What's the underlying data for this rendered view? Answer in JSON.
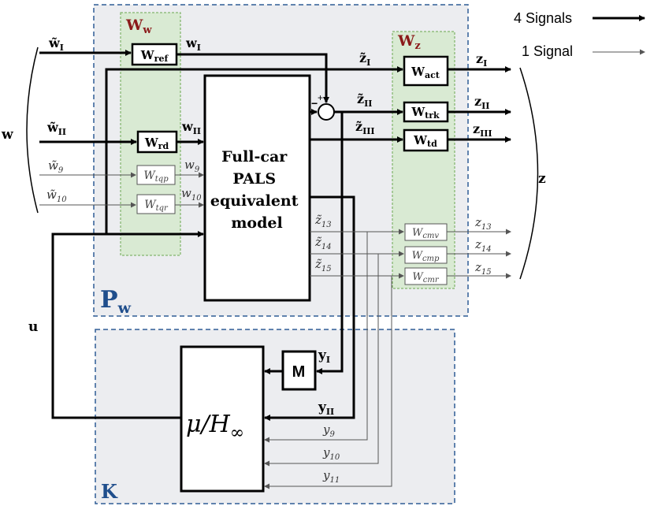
{
  "colors": {
    "panel_fill": "#ecedf0",
    "panel_border": "#2f5d95",
    "weight_fill": "#d9ead3",
    "weight_border": "#6aa84f",
    "weight_title": "#8b1a1a",
    "panel_title": "#1f4e8c"
  },
  "legend": {
    "four": "4 Signals",
    "one": "1 Signal"
  },
  "panels": {
    "pw": {
      "label": "P",
      "sub": "w"
    },
    "k": {
      "label": "K"
    }
  },
  "groups": {
    "ww": {
      "label": "W",
      "sub": "w"
    },
    "wz": {
      "label": "W",
      "sub": "z"
    }
  },
  "blocks": {
    "plant": [
      "Full-car",
      "PALS",
      "equivalent",
      "model"
    ],
    "controller": {
      "main": "μ/H",
      "sub": "∞"
    },
    "m": "M",
    "w_ref": {
      "main": "W",
      "sub": "ref"
    },
    "w_rd": {
      "main": "W",
      "sub": "rd"
    },
    "w_tqp": {
      "main": "W",
      "sub": "tqp"
    },
    "w_tqr": {
      "main": "W",
      "sub": "tqr"
    },
    "w_act": {
      "main": "W",
      "sub": "act"
    },
    "w_trk": {
      "main": "W",
      "sub": "trk"
    },
    "w_td": {
      "main": "W",
      "sub": "td"
    },
    "w_cmv": {
      "main": "W",
      "sub": "cmv"
    },
    "w_cmp": {
      "main": "W",
      "sub": "cmp"
    },
    "w_cmr": {
      "main": "W",
      "sub": "cmr"
    }
  },
  "signals": {
    "wt1": {
      "main": "w̃",
      "sub": "I"
    },
    "w1": {
      "main": "w",
      "sub": "I"
    },
    "wt2": {
      "main": "w̃",
      "sub": "II"
    },
    "w2": {
      "main": "w",
      "sub": "II"
    },
    "wt9": {
      "main": "w̃",
      "sub": "9"
    },
    "w9": {
      "main": "w",
      "sub": "9"
    },
    "wt10": {
      "main": "w̃",
      "sub": "10"
    },
    "w10": {
      "main": "w",
      "sub": "10"
    },
    "w": "w",
    "u": "u",
    "z": "z",
    "zt1": {
      "main": "z̃",
      "sub": "I"
    },
    "zt2": {
      "main": "z̃",
      "sub": "II"
    },
    "zt3": {
      "main": "z̃",
      "sub": "III"
    },
    "zt13": {
      "main": "z̃",
      "sub": "13"
    },
    "zt14": {
      "main": "z̃",
      "sub": "14"
    },
    "zt15": {
      "main": "z̃",
      "sub": "15"
    },
    "z1": {
      "main": "z",
      "sub": "I"
    },
    "z2": {
      "main": "z",
      "sub": "II"
    },
    "z3": {
      "main": "z",
      "sub": "III"
    },
    "z13": {
      "main": "z",
      "sub": "13"
    },
    "z14": {
      "main": "z",
      "sub": "14"
    },
    "z15": {
      "main": "z",
      "sub": "15"
    },
    "y1": {
      "main": "y",
      "sub": "I"
    },
    "y2": {
      "main": "y",
      "sub": "II"
    },
    "y9": {
      "main": "y",
      "sub": "9"
    },
    "y10": {
      "main": "y",
      "sub": "10"
    },
    "y11": {
      "main": "y",
      "sub": "11"
    },
    "plus": "+",
    "minus": "−"
  }
}
